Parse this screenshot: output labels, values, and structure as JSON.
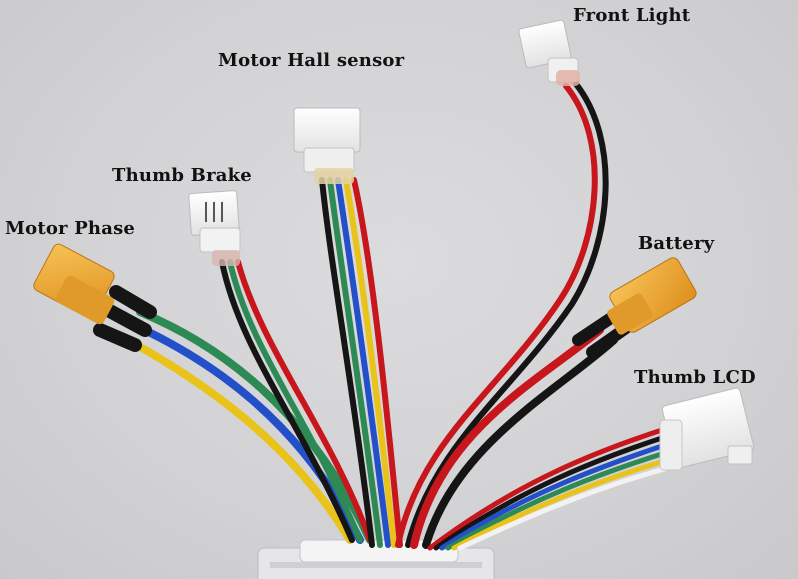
{
  "labels": {
    "front_light": "Front Light",
    "motor_hall_sensor": "Motor Hall sensor",
    "thumb_brake": "Thumb Brake",
    "motor_phase": "Motor Phase",
    "battery": "Battery",
    "thumb_lcd": "Thumb LCD"
  },
  "wire_colors": {
    "red": "#c8161d",
    "black": "#151515",
    "green": "#2e8a55",
    "blue": "#2350c8",
    "yellow": "#e9c21a",
    "white": "#f2f2f2",
    "connector_orange": "#eeaa33"
  }
}
